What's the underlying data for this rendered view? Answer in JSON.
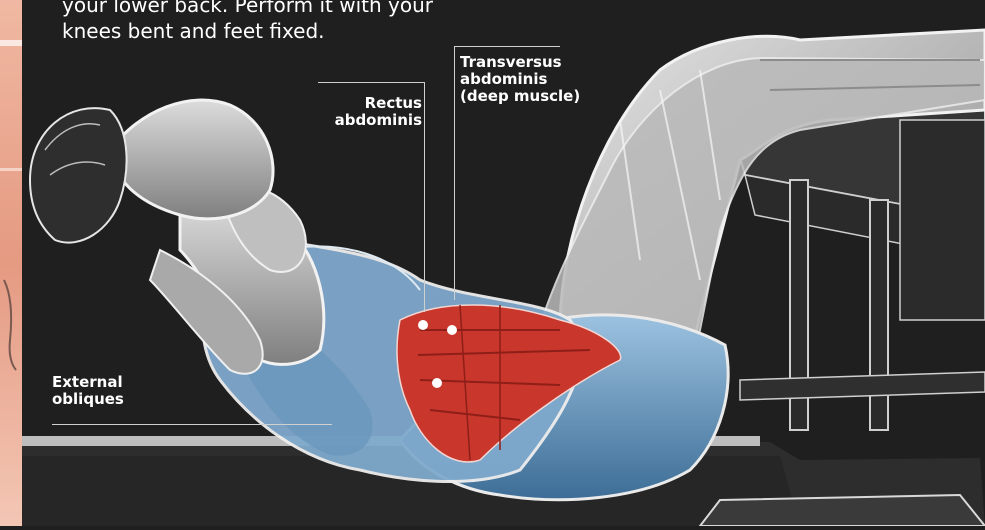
{
  "intro_text": "your lower back. Perform it with your\nknees bent and feet fixed.",
  "labels": {
    "rectus": "Rectus\nabdominis",
    "transversus": "Transversus\nabdominis\n(deep muscle)",
    "obliques": "External\nobliques"
  },
  "colors": {
    "background": "#1f1f1f",
    "sidebar": "#e8a58f",
    "body": "#c9c9c9",
    "shorts": "#8fb6d6",
    "muscle": "#c9362c",
    "bench": "#3a3a3a"
  }
}
